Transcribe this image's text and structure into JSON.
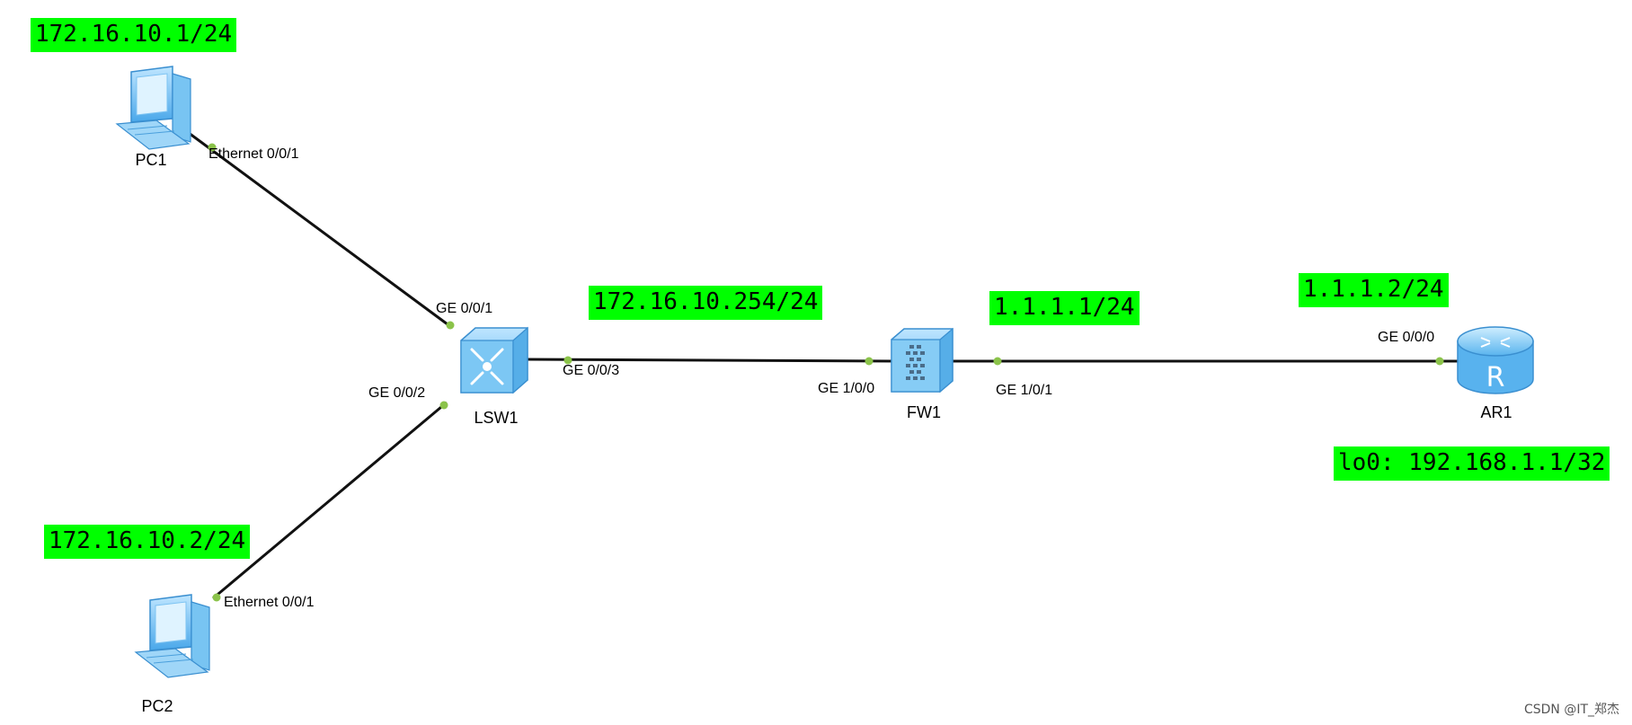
{
  "ip_labels": {
    "pc1": "172.16.10.1/24",
    "pc2": "172.16.10.2/24",
    "lsw_link": "172.16.10.254/24",
    "fw_outside": "1.1.1.1/24",
    "ar_ge": "1.1.1.2/24",
    "ar_loopback": "lo0: 192.168.1.1/32"
  },
  "devices": {
    "pc1": "PC1",
    "pc2": "PC2",
    "lsw1": "LSW1",
    "fw1": "FW1",
    "ar1": "AR1"
  },
  "ports": {
    "pc1_eth": "Ethernet 0/0/1",
    "pc2_eth": "Ethernet 0/0/1",
    "lsw1_ge1": "GE 0/0/1",
    "lsw1_ge2": "GE 0/0/2",
    "lsw1_ge3": "GE 0/0/3",
    "fw1_ge0": "GE 1/0/0",
    "fw1_ge1": "GE 1/0/1",
    "ar1_ge0": "GE 0/0/0"
  },
  "watermark": "CSDN @IT_郑杰",
  "colors": {
    "label_bg": "#00ff00",
    "link": "#111111",
    "port_dot": "#8bc34a",
    "device_blue": "#5fb6ef"
  }
}
